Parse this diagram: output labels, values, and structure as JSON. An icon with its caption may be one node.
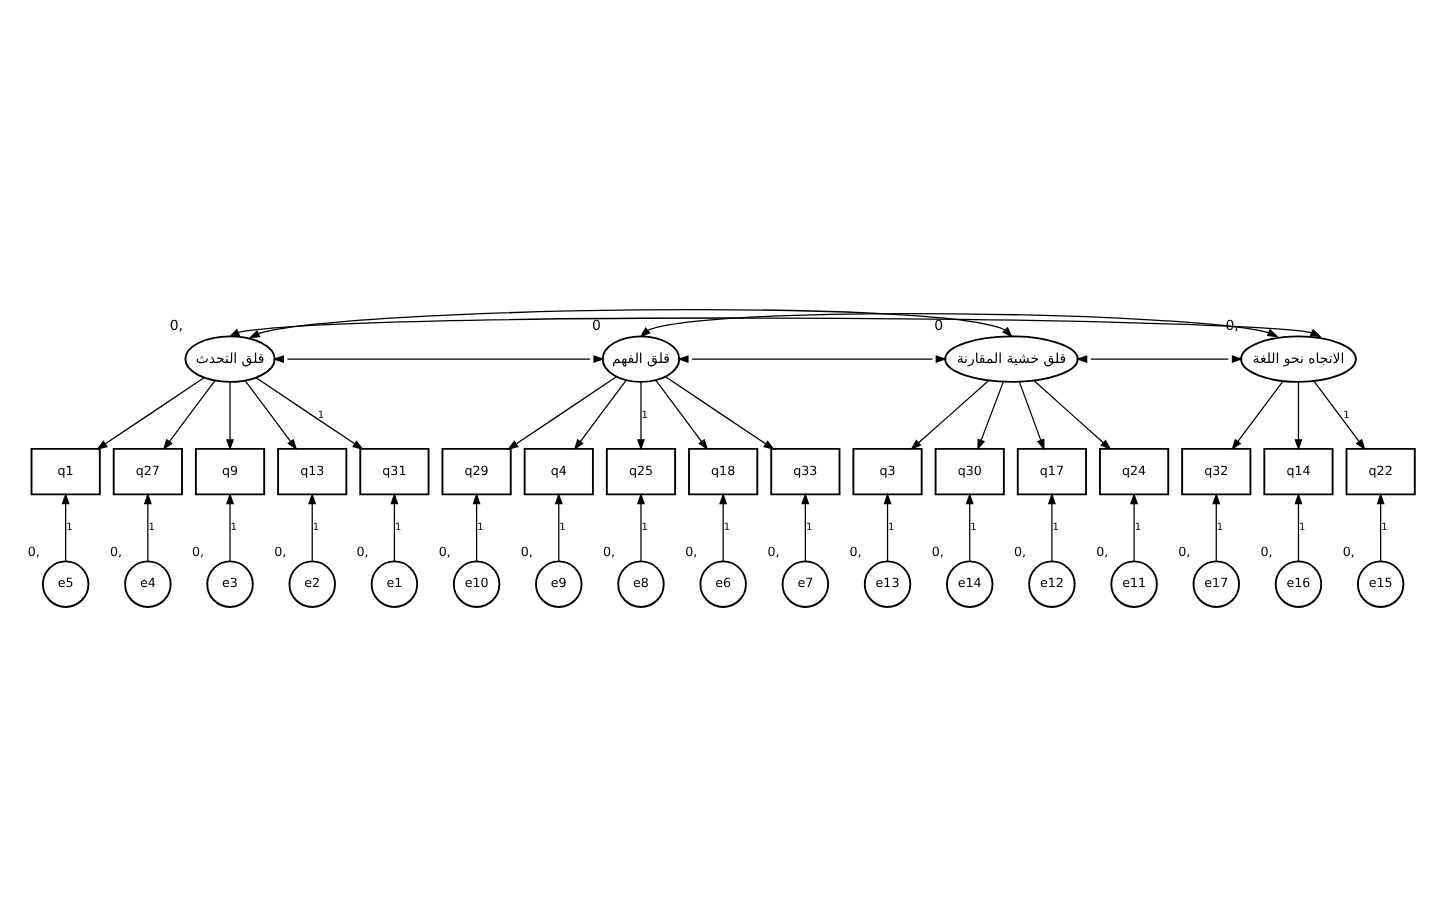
{
  "diagram": {
    "nodes": [
      {
        "text": [
          "قلق التحدث"
        ],
        "beside": [
          "0,"
        ]
      },
      {
        "text": [
          "قلق الفهم"
        ],
        "beside": [
          "0"
        ]
      },
      {
        "text": [
          "قلق خشية المقارنة"
        ],
        "beside": [
          "0"
        ]
      },
      {
        "text": [
          "الاتجاه نحو اللغة"
        ],
        "beside": [
          "0,"
        ]
      },
      {
        "text": [
          "q1"
        ]
      },
      {
        "text": [
          "q27"
        ]
      },
      {
        "text": [
          "q9"
        ]
      },
      {
        "text": [
          "q13"
        ]
      },
      {
        "text": [
          "q31"
        ]
      },
      {
        "text": [
          "q29"
        ]
      },
      {
        "text": [
          "q4"
        ]
      },
      {
        "text": [
          "q25"
        ]
      },
      {
        "text": [
          "q18"
        ]
      },
      {
        "text": [
          "q33"
        ]
      },
      {
        "text": [
          "q3"
        ]
      },
      {
        "text": [
          "q30"
        ]
      },
      {
        "text": [
          "q17"
        ]
      },
      {
        "text": [
          "q24"
        ]
      },
      {
        "text": [
          "q32"
        ]
      },
      {
        "text": [
          "q14"
        ]
      },
      {
        "text": [
          "q22"
        ]
      },
      {
        "text": [
          "e5"
        ],
        "beside": [
          "0,"
        ]
      },
      {
        "text": [
          "e4"
        ],
        "beside": [
          "0,"
        ]
      },
      {
        "text": [
          "e3"
        ],
        "beside": [
          "0,"
        ]
      },
      {
        "text": [
          "e2"
        ],
        "beside": [
          "0,"
        ]
      },
      {
        "text": [
          "e1"
        ],
        "beside": [
          "0,"
        ]
      },
      {
        "text": [
          "e10"
        ],
        "beside": [
          "0,"
        ]
      },
      {
        "text": [
          "e9"
        ],
        "beside": [
          "0,"
        ]
      },
      {
        "text": [
          "e8"
        ],
        "beside": [
          "0,"
        ]
      },
      {
        "text": [
          "e6"
        ],
        "beside": [
          "0,"
        ]
      },
      {
        "text": [
          "e7"
        ],
        "beside": [
          "0,"
        ]
      },
      {
        "text": [
          "e13"
        ],
        "beside": [
          "0,"
        ]
      },
      {
        "text": [
          "e14"
        ],
        "beside": [
          "0,"
        ]
      },
      {
        "text": [
          "e12"
        ],
        "beside": [
          "0,"
        ]
      },
      {
        "text": [
          "e11"
        ],
        "beside": [
          "0,"
        ]
      },
      {
        "text": [
          "e17"
        ],
        "beside": [
          "0,"
        ]
      },
      {
        "text": [
          "e16"
        ],
        "beside": [
          "0,"
        ]
      },
      {
        "text": [
          "e15"
        ],
        "beside": [
          "0,"
        ]
      }
    ],
    "edges": [
      {
        "from": 0,
        "to": 4,
        "arrow": "to"
      },
      {
        "from": 0,
        "to": 5,
        "arrow": "to"
      },
      {
        "from": 0,
        "to": 6,
        "arrow": "to"
      },
      {
        "from": 0,
        "to": 7,
        "arrow": "to"
      },
      {
        "from": 0,
        "to": 8,
        "arrow": "to",
        "label": "1"
      },
      {
        "from": 1,
        "to": 9,
        "arrow": "to"
      },
      {
        "from": 1,
        "to": 10,
        "arrow": "to"
      },
      {
        "from": 1,
        "to": 11,
        "arrow": "to",
        "label": "1"
      },
      {
        "from": 1,
        "to": 12,
        "arrow": "to"
      },
      {
        "from": 1,
        "to": 13,
        "arrow": "to"
      },
      {
        "from": 2,
        "to": 14,
        "arrow": "to"
      },
      {
        "from": 2,
        "to": 15,
        "arrow": "to"
      },
      {
        "from": 2,
        "to": 16,
        "arrow": "to"
      },
      {
        "from": 2,
        "to": 17,
        "arrow": "to"
      },
      {
        "from": 3,
        "to": 18,
        "arrow": "to"
      },
      {
        "from": 3,
        "to": 19,
        "arrow": "to"
      },
      {
        "from": 3,
        "to": 20,
        "arrow": "to",
        "label": "1"
      },
      {
        "from": 21,
        "to": 4,
        "arrow": "to",
        "label": "1"
      },
      {
        "from": 22,
        "to": 5,
        "arrow": "to",
        "label": "1"
      },
      {
        "from": 23,
        "to": 6,
        "arrow": "to",
        "label": "1"
      },
      {
        "from": 24,
        "to": 7,
        "arrow": "to",
        "label": "1"
      },
      {
        "from": 25,
        "to": 8,
        "arrow": "to",
        "label": "1"
      },
      {
        "from": 26,
        "to": 9,
        "arrow": "to",
        "label": "1"
      },
      {
        "from": 27,
        "to": 10,
        "arrow": "to",
        "label": "1"
      },
      {
        "from": 28,
        "to": 11,
        "arrow": "to",
        "label": "1"
      },
      {
        "from": 29,
        "to": 12,
        "arrow": "to",
        "label": "1"
      },
      {
        "from": 30,
        "to": 13,
        "arrow": "to",
        "label": "1"
      },
      {
        "from": 31,
        "to": 14,
        "arrow": "to",
        "label": "1"
      },
      {
        "from": 32,
        "to": 15,
        "arrow": "to",
        "label": "1"
      },
      {
        "from": 33,
        "to": 16,
        "arrow": "to",
        "label": "1"
      },
      {
        "from": 34,
        "to": 17,
        "arrow": "to",
        "label": "1"
      },
      {
        "from": 35,
        "to": 18,
        "arrow": "to",
        "label": "1"
      },
      {
        "from": 36,
        "to": 19,
        "arrow": "to",
        "label": "1"
      },
      {
        "from": 37,
        "to": 20,
        "arrow": "to",
        "label": "1"
      },
      {
        "from": 0,
        "to": 1,
        "arrow": "both"
      },
      {
        "from": 1,
        "to": 2,
        "arrow": "both"
      },
      {
        "from": 2,
        "to": 3,
        "arrow": "both"
      },
      {
        "from": 0,
        "to": 2,
        "arrow": "both"
      },
      {
        "from": 0,
        "to": 3,
        "arrow": "both"
      },
      {
        "from": 1,
        "to": 3,
        "arrow": "both"
      }
    ]
  }
}
